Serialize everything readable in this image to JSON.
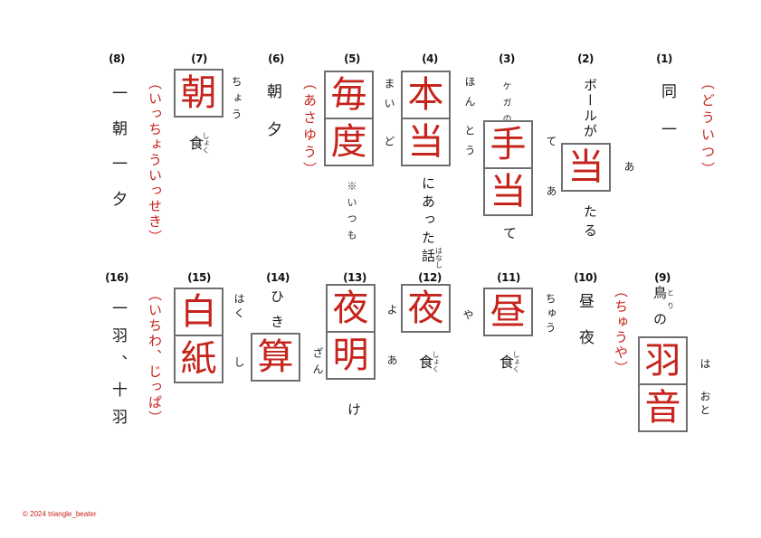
{
  "page": {
    "colors": {
      "accent_red": "#c5231b",
      "text": "#1a1a1a",
      "box_border": "#6e6e6e"
    },
    "copyright": "© 2024 triangle_beater"
  },
  "items": [
    {
      "number": "(1)",
      "text": "同一",
      "reading": "（どういつ）"
    },
    {
      "number": "(2)",
      "above": "ボールが",
      "boxes": [
        "当"
      ],
      "furigana": [
        "あ"
      ],
      "below": "たる"
    },
    {
      "number": "(3)",
      "above_small": "ケガの",
      "boxes": [
        "手",
        "当"
      ],
      "furigana": [
        "て",
        "あ"
      ],
      "below": "て"
    },
    {
      "number": "(4)",
      "boxes": [
        "本",
        "当"
      ],
      "furigana": [
        "ほん",
        "とう"
      ],
      "below_pre": "にあった",
      "below_base": "話",
      "below_ruby": "はなし"
    },
    {
      "number": "(5)",
      "boxes": [
        "毎",
        "度"
      ],
      "furigana": [
        "まい",
        "ど"
      ],
      "note": "※いつも"
    },
    {
      "number": "(6)",
      "text": "朝夕",
      "reading": "（あさゆう）"
    },
    {
      "number": "(7)",
      "boxes": [
        "朝"
      ],
      "furigana": [
        "ちょう"
      ],
      "below_base": "食",
      "below_ruby": "しょく"
    },
    {
      "number": "(8)",
      "text": "一朝一夕",
      "reading": "（いっちょういっせき）"
    },
    {
      "number": "(9)",
      "above_base": "鳥",
      "above_ruby": "とり",
      "above_post": "の",
      "boxes": [
        "羽",
        "音"
      ],
      "furigana": [
        "は",
        "おと"
      ]
    },
    {
      "number": "(10)",
      "text": "昼夜",
      "reading": "（ちゅうや）"
    },
    {
      "number": "(11)",
      "boxes": [
        "昼"
      ],
      "furigana": [
        "ちゅう"
      ],
      "below_base": "食",
      "below_ruby": "しょく"
    },
    {
      "number": "(12)",
      "boxes": [
        "夜"
      ],
      "furigana": [
        "や"
      ],
      "below_base": "食",
      "below_ruby": "しょく"
    },
    {
      "number": "(13)",
      "boxes": [
        "夜",
        "明"
      ],
      "furigana": [
        "よ",
        "あ"
      ],
      "below": "け"
    },
    {
      "number": "(14)",
      "above": "ひき",
      "boxes": [
        "算"
      ],
      "furigana": [
        "ざん"
      ]
    },
    {
      "number": "(15)",
      "boxes": [
        "白",
        "紙"
      ],
      "furigana": [
        "はく",
        "し"
      ]
    },
    {
      "number": "(16)",
      "text": "一羽、十羽",
      "reading": "（いちわ、じっぱ）"
    }
  ]
}
